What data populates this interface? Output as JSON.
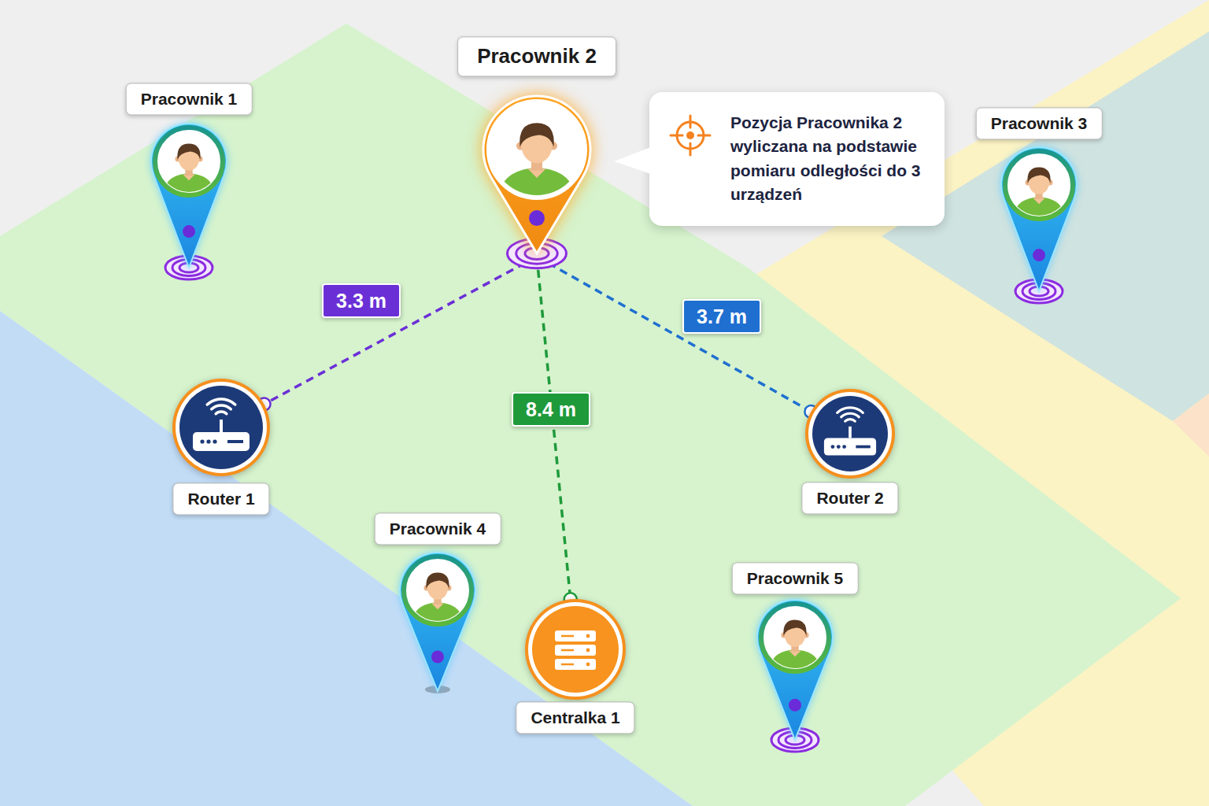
{
  "diagram": {
    "nodes": [
      {
        "text": [
          "Pracownik 2"
        ]
      },
      {
        "text": [
          "Pracownik 1"
        ]
      },
      {
        "text": [
          "Pozycja Pracownika 2 wyliczana na podstawie pomiaru odległości do 3 urządzeń"
        ]
      },
      {
        "text": [
          "Pracownik 3"
        ]
      },
      {
        "text": [
          "Router 1"
        ]
      },
      {
        "text": [
          "Router 2"
        ]
      },
      {
        "text": [
          "Pracownik 4"
        ]
      },
      {
        "text": [
          "Pracownik 5"
        ]
      },
      {
        "text": [
          "Centralka 1"
        ]
      }
    ],
    "edges": [
      {
        "from": 0,
        "to": 4,
        "label": "3.3 m",
        "arrow": "none"
      },
      {
        "from": 0,
        "to": 8,
        "label": "8.4 m",
        "arrow": "none"
      },
      {
        "from": 0,
        "to": 5,
        "label": "3.7 m",
        "arrow": "none"
      }
    ]
  }
}
